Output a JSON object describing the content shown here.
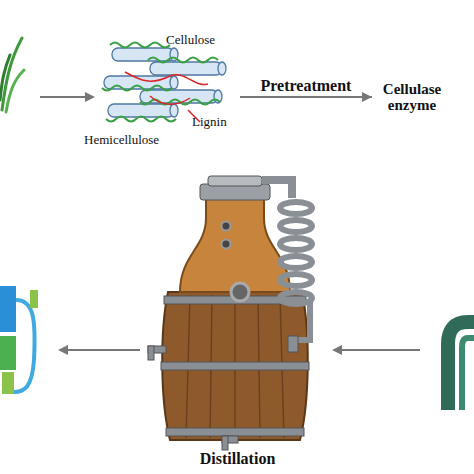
{
  "diagram": {
    "nodes": [
      {
        "text": [
          "Cellulose",
          "Lignin",
          "Hemicellulose"
        ]
      },
      {
        "text": [
          "Cellulase enzyme"
        ]
      },
      {
        "text": [
          "Distillation"
        ]
      }
    ],
    "edges": [
      {
        "from": 0,
        "to": 1,
        "arrow": "to",
        "label": "Pretreatment"
      }
    ]
  }
}
